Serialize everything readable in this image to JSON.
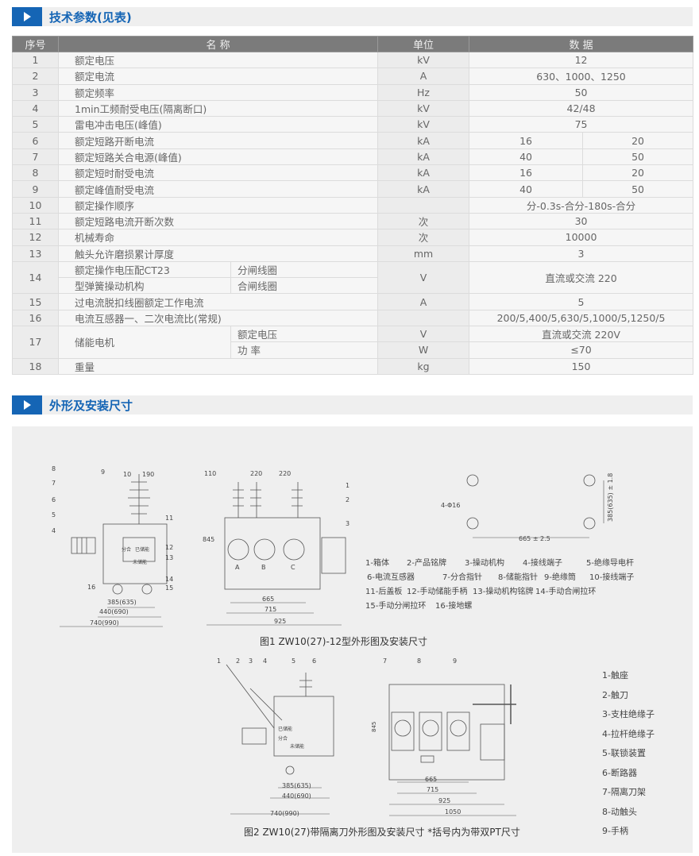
{
  "section1": {
    "title": "技术参数(见表)"
  },
  "section2": {
    "title": "外形及安装尺寸"
  },
  "table": {
    "headers": [
      "序号",
      "名 称",
      "单位",
      "数 据"
    ],
    "rows": [
      {
        "no": "1",
        "name": "额定电压",
        "unit": "kV",
        "value": "12"
      },
      {
        "no": "2",
        "name": "额定电流",
        "unit": "A",
        "value": "630、1000、1250"
      },
      {
        "no": "3",
        "name": "额定频率",
        "unit": "Hz",
        "value": "50"
      },
      {
        "no": "4",
        "name": "1min工频耐受电压(隔离断口)",
        "unit": "kV",
        "value": "42/48"
      },
      {
        "no": "5",
        "name": "雷电冲击电压(峰值)",
        "unit": "kV",
        "value": "75"
      },
      {
        "no": "6",
        "name": "额定短路开断电流",
        "unit": "kA",
        "values": [
          "16",
          "20"
        ]
      },
      {
        "no": "7",
        "name": "额定短路关合电源(峰值)",
        "unit": "kA",
        "values": [
          "40",
          "50"
        ]
      },
      {
        "no": "8",
        "name": "额定短时耐受电流",
        "unit": "kA",
        "values": [
          "16",
          "20"
        ]
      },
      {
        "no": "9",
        "name": "额定峰值耐受电流",
        "unit": "kA",
        "values": [
          "40",
          "50"
        ]
      },
      {
        "no": "10",
        "name": "额定操作顺序",
        "unit": "",
        "value": "分-0.3s-合分-180s-合分"
      },
      {
        "no": "11",
        "name": "额定短路电流开断次数",
        "unit": "次",
        "value": "30"
      },
      {
        "no": "12",
        "name": "机械寿命",
        "unit": "次",
        "value": "10000"
      },
      {
        "no": "13",
        "name": "触头允许磨损累计厚度",
        "unit": "mm",
        "value": "3"
      },
      {
        "no": "14",
        "name": "额定操作电压配CT23",
        "name2": "型弹簧操动机构",
        "subs": [
          "分闸线圈",
          "合闸线圈"
        ],
        "unit": "V",
        "value": "直流或交流  220"
      },
      {
        "no": "15",
        "name": "过电流脱扣线圈额定工作电流",
        "unit": "A",
        "value": "5"
      },
      {
        "no": "16",
        "name": "电流互感器一、二次电流比(常规)",
        "unit": "",
        "value": "200/5,400/5,630/5,1000/5,1250/5"
      },
      {
        "no": "17",
        "name": "储能电机",
        "subs": [
          "额定电压",
          "功 率"
        ],
        "units": [
          "V",
          "W"
        ],
        "values_sub": [
          "直流或交流 220V",
          "≤70"
        ]
      },
      {
        "no": "18",
        "name": "重量",
        "unit": "kg",
        "value": "150"
      }
    ]
  },
  "fig1": {
    "caption": "图1  ZW10(27)-12型外形图及安装尺寸",
    "legend": [
      "1-箱体",
      "2-产品铭牌",
      "3-操动机构",
      "4-接线端子",
      "5-绝缘导电杆",
      "6-电流互感器",
      "7-分合指针",
      "8-储能指针",
      "9-绝缘筒",
      "10-接线端子",
      "11-后盖板",
      "12-手动储能手柄",
      "13-操动机构铭牌",
      "14-手动合闸拉环",
      "15-手动分闸拉环",
      "16-接地螺"
    ],
    "dims": {
      "d190": "190",
      "d385": "385(635)",
      "d440": "440(690)",
      "d740": "740(990)",
      "d110": "110",
      "d220a": "220",
      "d220b": "220",
      "d845": "845",
      "d665": "665",
      "d715": "715",
      "d925": "925",
      "phi": "4-Φ16",
      "d665b": "665 ± 2.5",
      "d385b": "385(635) ± 1.8"
    },
    "panel": {
      "a": "分合",
      "b": "已储能",
      "c": "未储能"
    },
    "phases": [
      "A",
      "B",
      "C"
    ]
  },
  "fig2": {
    "caption": "图2 ZW10(27)带隔离刀外形图及安装尺寸 *括号内为带双PT尺寸",
    "legend": [
      "1-触座",
      "2-触刀",
      "3-支柱绝缘子",
      "4-拉杆绝缘子",
      "5-联锁装置",
      "6-断路器",
      "7-隔离刀架",
      "8-动触头",
      "9-手柄"
    ],
    "dims": {
      "d385": "385(635)",
      "d440": "440(690)",
      "d740": "740(990)",
      "d845": "845",
      "d665": "665",
      "d715": "715",
      "d925": "925",
      "d1050": "1050"
    },
    "panel": {
      "a": "分合",
      "b": "已储能",
      "c": "未储能"
    }
  }
}
